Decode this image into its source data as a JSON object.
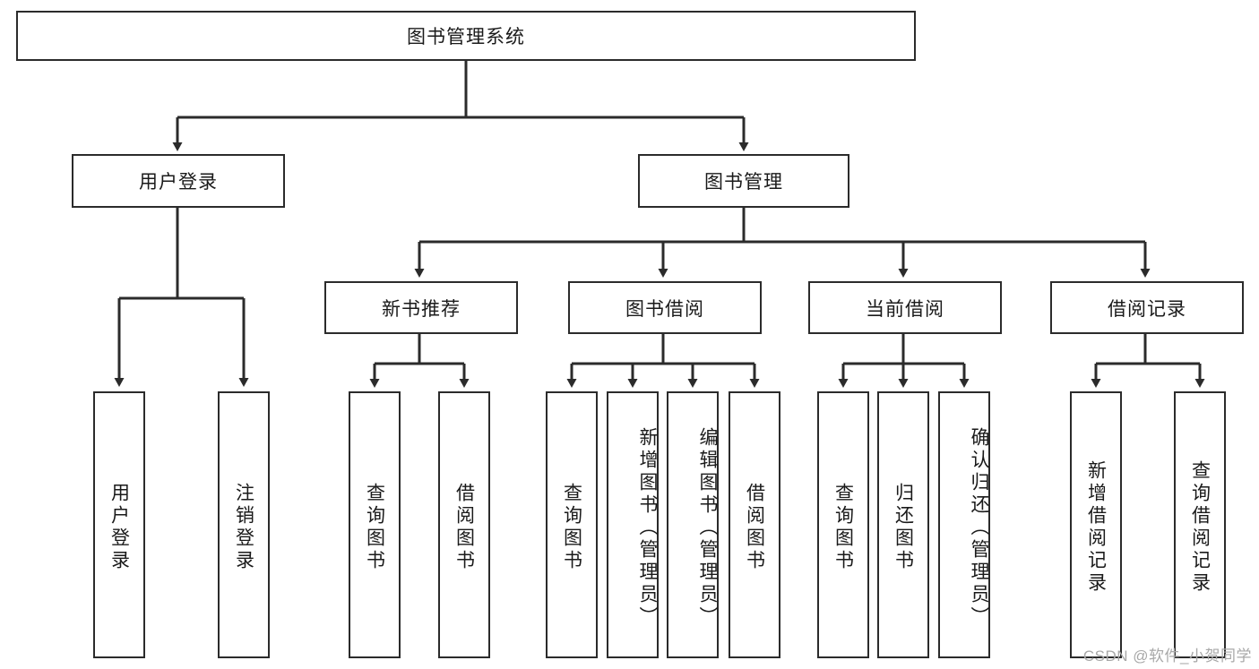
{
  "diagram": {
    "title": "图书管理系统",
    "type": "hierarchy-tree",
    "root": {
      "id": "root",
      "label": "图书管理系统"
    },
    "level2": [
      {
        "id": "user-login",
        "label": "用户登录"
      },
      {
        "id": "book-management",
        "label": "图书管理"
      }
    ],
    "level3": [
      {
        "id": "new-book-recommend",
        "label": "新书推荐"
      },
      {
        "id": "book-borrow",
        "label": "图书借阅"
      },
      {
        "id": "current-borrow",
        "label": "当前借阅"
      },
      {
        "id": "borrow-record",
        "label": "借阅记录"
      }
    ],
    "leaves": {
      "user_login": [
        {
          "id": "leaf-user-login",
          "label": "用户登录"
        },
        {
          "id": "leaf-logout",
          "label": "注销登录"
        }
      ],
      "new_book_recommend": [
        {
          "id": "leaf-query-book-1",
          "label": "查询图书"
        },
        {
          "id": "leaf-borrow-book-1",
          "label": "借阅图书"
        }
      ],
      "book_borrow": [
        {
          "id": "leaf-query-book-2",
          "label": "查询图书"
        },
        {
          "id": "leaf-add-book",
          "label": "新增图书（管理员）"
        },
        {
          "id": "leaf-edit-book",
          "label": "编辑图书（管理员）"
        },
        {
          "id": "leaf-borrow-book-2",
          "label": "借阅图书"
        }
      ],
      "current_borrow": [
        {
          "id": "leaf-query-book-3",
          "label": "查询图书"
        },
        {
          "id": "leaf-return-book",
          "label": "归还图书"
        },
        {
          "id": "leaf-confirm-return",
          "label": "确认归还（管理员）"
        }
      ],
      "borrow_record": [
        {
          "id": "leaf-add-record",
          "label": "新增借阅记录"
        },
        {
          "id": "leaf-query-record",
          "label": "查询借阅记录"
        }
      ]
    },
    "watermark": "CSDN @软件_小贺同学",
    "colors": {
      "stroke": "#2b2b2b",
      "fill": "#ffffff",
      "text": "#1a1a1a",
      "watermark": "#a8a8a8"
    }
  }
}
